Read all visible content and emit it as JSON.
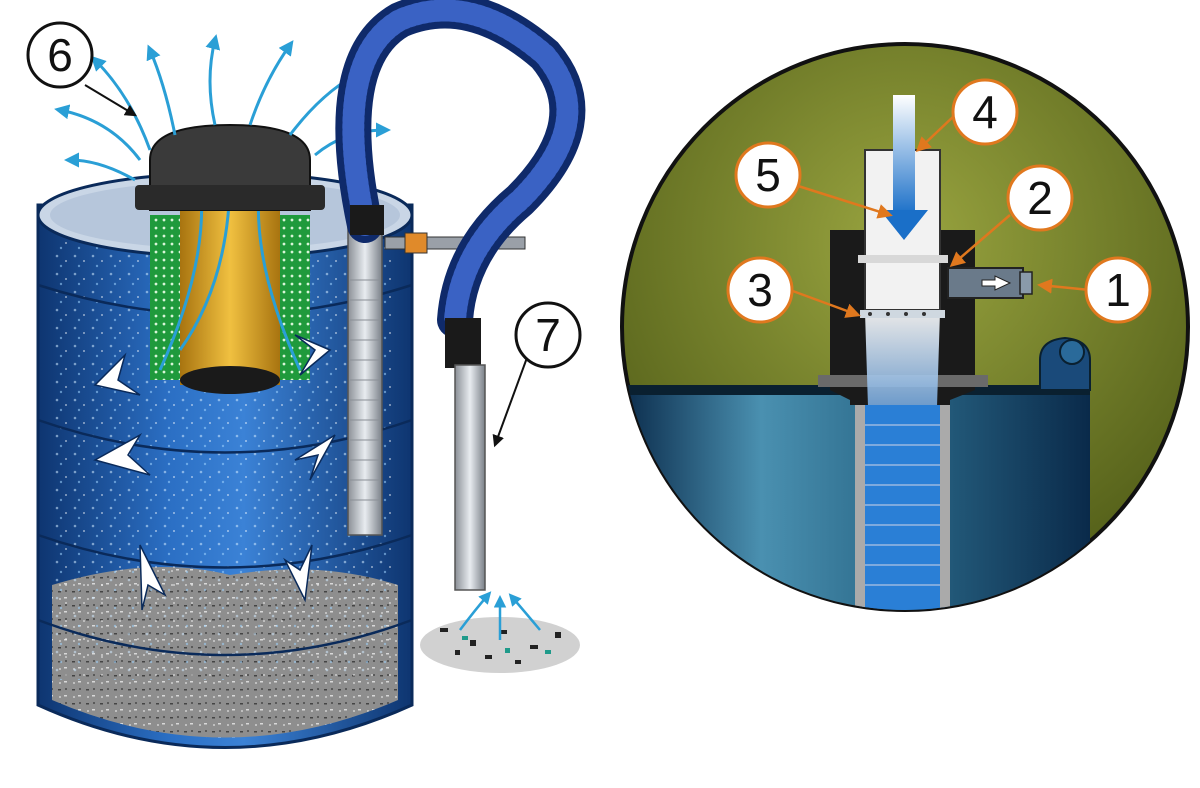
{
  "colors": {
    "drum_blue": "#1e5aa8",
    "drum_dark": "#0f3a78",
    "hose_blue": "#1a3a8a",
    "filter_green": "#1f9a3c",
    "filter_gold": "#d4a020",
    "air_flow": "#2a9fd6",
    "inset_background": "#7d8a2a",
    "debris_gray": "#9a9a9a",
    "callout_orange": "#e0781e"
  },
  "callouts": [
    {
      "id": "1",
      "label": "1"
    },
    {
      "id": "2",
      "label": "2"
    },
    {
      "id": "3",
      "label": "3"
    },
    {
      "id": "4",
      "label": "4"
    },
    {
      "id": "5",
      "label": "5"
    },
    {
      "id": "6",
      "label": "6"
    },
    {
      "id": "7",
      "label": "7"
    }
  ]
}
